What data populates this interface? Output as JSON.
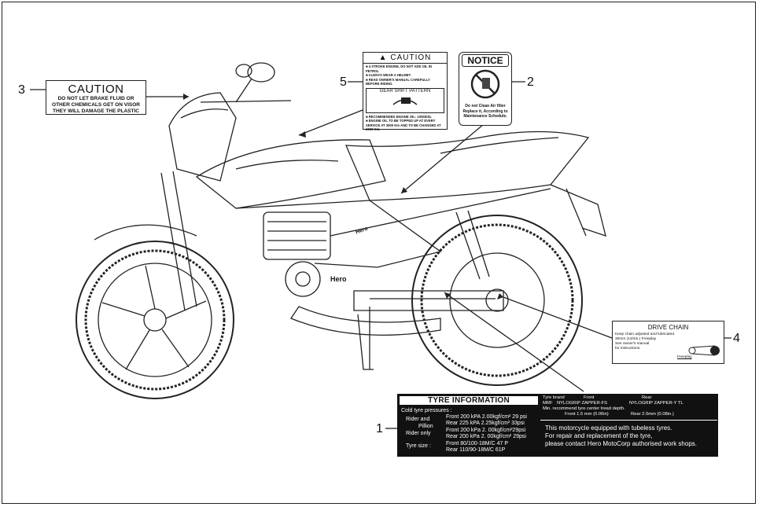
{
  "callouts": [
    "1",
    "2",
    "3",
    "4",
    "5"
  ],
  "caution3": {
    "title": "CAUTION",
    "line1": "DO NOT LET BRAKE FLUID OR",
    "line2": "OTHER CHEMICALS GET ON VISOR",
    "line3": "THEY WILL DAMAGE THE PLASTIC"
  },
  "caution5": {
    "title": "CAUTION",
    "items": [
      "4 STROKE ENGINE, DO NOT ADD OIL IN PETROL",
      "ALWAYS WEAR A HELMET.",
      "READ OWNER'S MANUAL CAREFULLY BEFORE RIDING."
    ],
    "gear_title": "GEAR SHIFT PATTERN",
    "footer_items": [
      "RECOMMENDED ENGINE OIL: 10W30SL",
      "ENGINE OIL TO BE TOPPED UP AT EVERY SERVICE AT 3000 Km AND TO BE CHANGED AT 6000 Km."
    ]
  },
  "notice2": {
    "title": "NOTICE",
    "line1": "Do not Clean Air filter",
    "line2": "Replace it, According to",
    "line3": "Maintenance Schedule."
  },
  "chain4": {
    "title": "DRIVE CHAIN",
    "line1": "Keep chain adjusted and lubricated.",
    "line2": "30mm (13/4in.) Freeplay",
    "line3": "See owner's manual",
    "line4": "for instructions.",
    "freeplay": "Freeplay"
  },
  "tyre1": {
    "title": "TYRE INFORMATION",
    "cold": "Cold tyre pressures :",
    "rider_and": "Rider and",
    "pillion": "Pillion",
    "rider_only": "Rider only",
    "tyre_size": "Tyre size :",
    "r1": "Front 200 kPA 2.00kgf/cm² 29 psi",
    "r2": "Rear 225 kPA 2.25kgf/cm² 33psi",
    "r3": "Front 200 kPa 2. 00kgf/cm²29psi",
    "r4": "Rear 200 kPa 2. 00kgf/cm² 29psi",
    "r5": "Front 80/100-18M/C 47 P",
    "r6": "Rear 110/90-18M/C 61P"
  },
  "tyre2": {
    "brand": "Tyre brand",
    "front": "Front",
    "rear": "Rear",
    "mrf": "MRF",
    "front_model": "NYLOGRIP ZAPPER-FS",
    "rear_model": "NYLOGRIP ZAPPER-Y TL",
    "min": "Min. recommend tyre center tread depth.",
    "front_depth": "Front 1.5 mm (0.06in)",
    "rear_depth": "Rear 2.0mm (0.08in.)",
    "msg1": "This motorcycle equipped with tubeless tyres.",
    "msg2": "For repair and replacement of the tyre,",
    "msg3": "please contact Hero MotoCorp authorised work shops."
  },
  "bike_brand": "Hero"
}
